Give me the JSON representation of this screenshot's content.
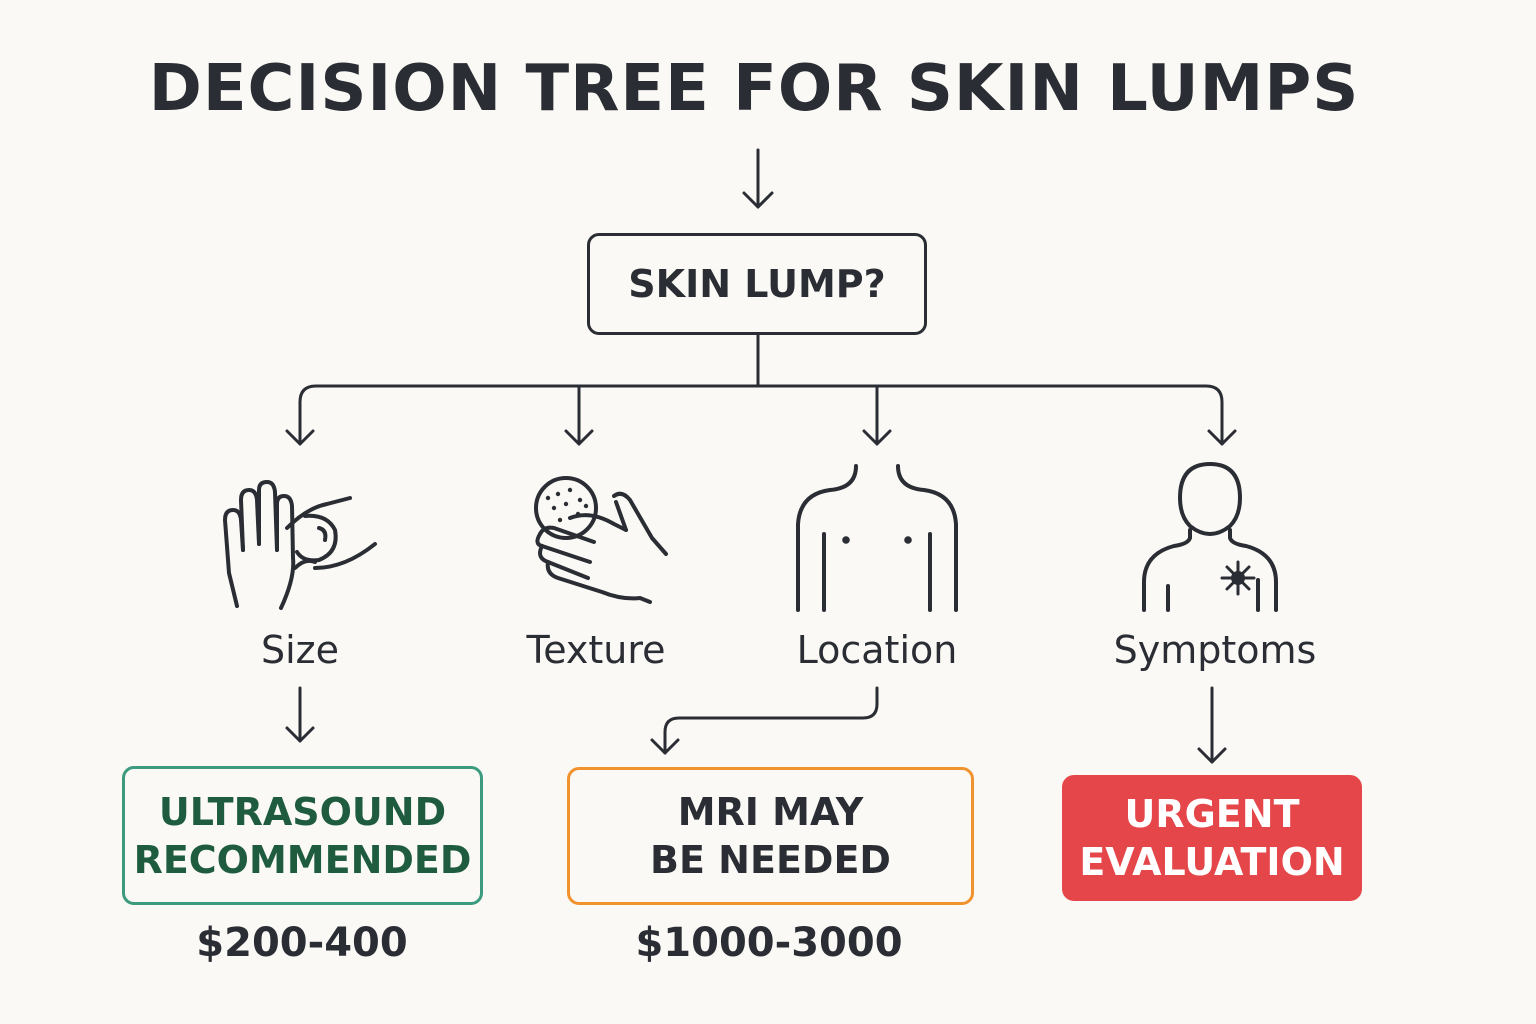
{
  "title": "DECISION TREE FOR SKIN LUMPS",
  "root": {
    "label": "SKIN LUMP?"
  },
  "criteria": [
    {
      "label": "Size",
      "icon": "hand-palpating-icon"
    },
    {
      "label": "Texture",
      "icon": "hand-touching-texture-icon"
    },
    {
      "label": "Location",
      "icon": "torso-icon"
    },
    {
      "label": "Symptoms",
      "icon": "person-with-pain-icon"
    }
  ],
  "outcomes": [
    {
      "line1": "ULTRASOUND",
      "line2": "RECOMMENDED",
      "cost": "$200-400",
      "color": "#3c9b7e",
      "text_color": "#1f5c3f"
    },
    {
      "line1": "MRI MAY",
      "line2": "BE NEEDED",
      "cost": "$1000-3000",
      "color": "#f0922e",
      "text_color": "#2a2d33"
    },
    {
      "line1": "URGENT",
      "line2": "EVALUATION",
      "color": "#e5464a",
      "text_color": "#ffffff"
    }
  ],
  "colors": {
    "line": "#2a2d33",
    "background": "#faf9f5"
  }
}
